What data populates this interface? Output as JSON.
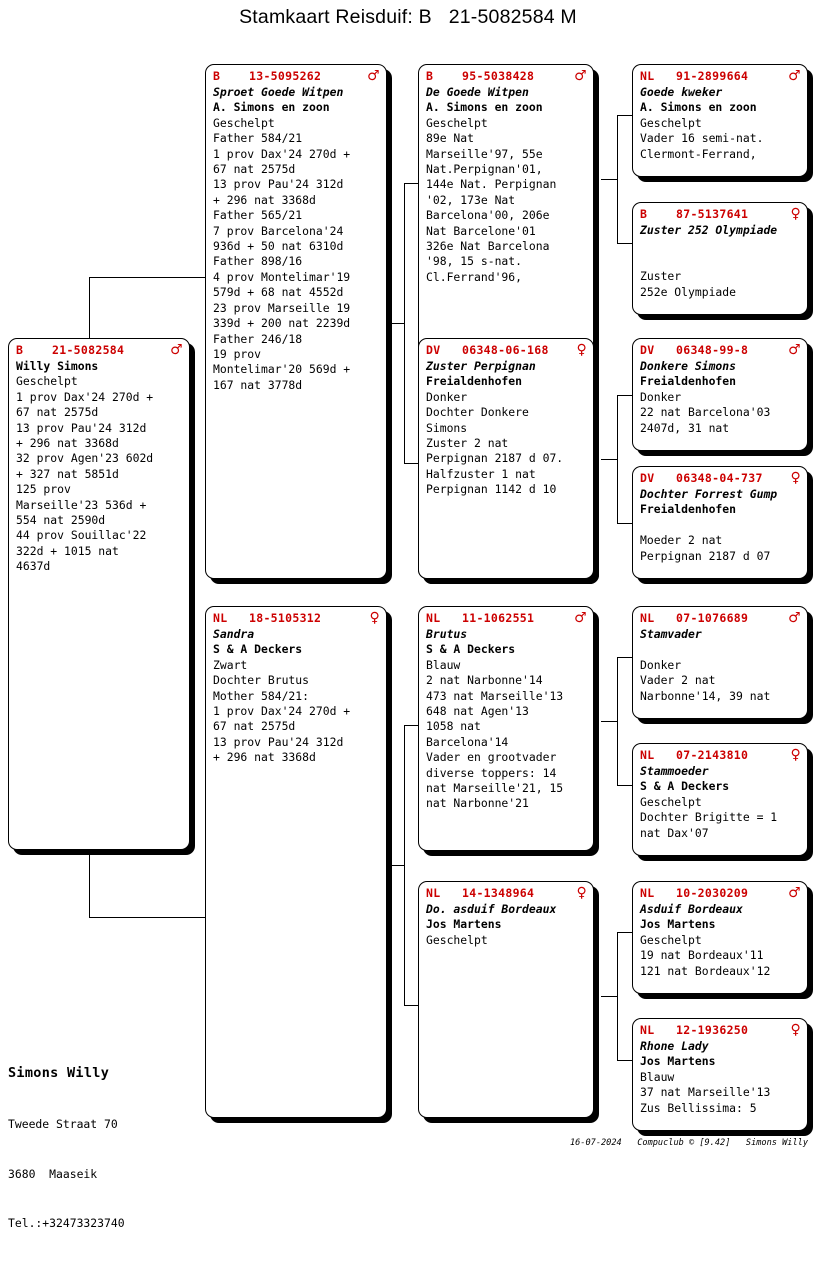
{
  "title": "Stamkaart Reisduif: B   21-5082584 M",
  "colors": {
    "accent_red": "#cc0000",
    "ink": "#000000",
    "paper": "#ffffff"
  },
  "sex_glyphs": {
    "male": "♂",
    "female": "♀"
  },
  "subject": {
    "country": "B",
    "ring": "21-5082584",
    "sex": "male",
    "lines": [
      {
        "t": "Willy Simons",
        "s": "b"
      },
      {
        "t": "Geschelpt",
        "s": ""
      },
      {
        "t": "1 prov Dax'24 270d +",
        "s": ""
      },
      {
        "t": "67 nat 2575d",
        "s": ""
      },
      {
        "t": "13 prov Pau'24 312d",
        "s": ""
      },
      {
        "t": "+ 296 nat 3368d",
        "s": ""
      },
      {
        "t": "32 prov Agen'23 602d",
        "s": ""
      },
      {
        "t": "+ 327 nat 5851d",
        "s": ""
      },
      {
        "t": "125 prov",
        "s": ""
      },
      {
        "t": "Marseille'23 536d +",
        "s": ""
      },
      {
        "t": "554 nat 2590d",
        "s": ""
      },
      {
        "t": "44 prov Souillac'22",
        "s": ""
      },
      {
        "t": "322d + 1015 nat",
        "s": ""
      },
      {
        "t": "4637d",
        "s": ""
      }
    ]
  },
  "father": {
    "country": "B",
    "ring": "13-5095262",
    "sex": "male",
    "lines": [
      {
        "t": "Sproet Goede Witpen",
        "s": "i"
      },
      {
        "t": "A. Simons en zoon",
        "s": "b"
      },
      {
        "t": "Geschelpt",
        "s": ""
      },
      {
        "t": "Father 584/21",
        "s": ""
      },
      {
        "t": "1 prov Dax'24 270d +",
        "s": ""
      },
      {
        "t": "67 nat 2575d",
        "s": ""
      },
      {
        "t": "13 prov Pau'24 312d",
        "s": ""
      },
      {
        "t": "+ 296 nat 3368d",
        "s": ""
      },
      {
        "t": "Father 565/21",
        "s": ""
      },
      {
        "t": "7 prov Barcelona'24",
        "s": ""
      },
      {
        "t": "936d + 50 nat 6310d",
        "s": ""
      },
      {
        "t": "Father 898/16",
        "s": ""
      },
      {
        "t": "4 prov Montelimar'19",
        "s": ""
      },
      {
        "t": "579d + 68 nat 4552d",
        "s": ""
      },
      {
        "t": "23 prov Marseille 19",
        "s": ""
      },
      {
        "t": "339d + 200 nat 2239d",
        "s": ""
      },
      {
        "t": "Father 246/18",
        "s": ""
      },
      {
        "t": "19 prov",
        "s": ""
      },
      {
        "t": "Montelimar'20 569d +",
        "s": ""
      },
      {
        "t": "167 nat 3778d",
        "s": ""
      }
    ]
  },
  "mother": {
    "country": "NL",
    "ring": "18-5105312",
    "sex": "female",
    "lines": [
      {
        "t": "Sandra",
        "s": "i"
      },
      {
        "t": "S & A Deckers",
        "s": "b"
      },
      {
        "t": "Zwart",
        "s": ""
      },
      {
        "t": "Dochter Brutus",
        "s": ""
      },
      {
        "t": "Mother 584/21:",
        "s": ""
      },
      {
        "t": "1 prov Dax'24 270d +",
        "s": ""
      },
      {
        "t": "67 nat 2575d",
        "s": ""
      },
      {
        "t": "13 prov Pau'24 312d",
        "s": ""
      },
      {
        "t": "+ 296 nat 3368d",
        "s": ""
      }
    ]
  },
  "gp_ff": {
    "country": "B",
    "ring": "95-5038428",
    "sex": "male",
    "lines": [
      {
        "t": "De Goede Witpen",
        "s": "i"
      },
      {
        "t": "A. Simons en zoon",
        "s": "b"
      },
      {
        "t": "Geschelpt",
        "s": ""
      },
      {
        "t": "89e Nat",
        "s": ""
      },
      {
        "t": "Marseille'97, 55e",
        "s": ""
      },
      {
        "t": "Nat.Perpignan'01,",
        "s": ""
      },
      {
        "t": "144e Nat. Perpignan",
        "s": ""
      },
      {
        "t": "'02, 173e Nat",
        "s": ""
      },
      {
        "t": "Barcelona'00, 206e",
        "s": ""
      },
      {
        "t": "Nat Barcelone'01",
        "s": ""
      },
      {
        "t": "326e Nat Barcelona",
        "s": ""
      },
      {
        "t": "'98, 15 s-nat.",
        "s": ""
      },
      {
        "t": "Cl.Ferrand'96,",
        "s": ""
      }
    ]
  },
  "gp_fm": {
    "country": "DV",
    "ring": "06348-06-168",
    "sex": "female",
    "lines": [
      {
        "t": "Zuster Perpignan",
        "s": "i"
      },
      {
        "t": "Freialdenhofen",
        "s": "b"
      },
      {
        "t": "Donker",
        "s": ""
      },
      {
        "t": "Dochter Donkere",
        "s": ""
      },
      {
        "t": "Simons",
        "s": ""
      },
      {
        "t": "Zuster 2 nat",
        "s": ""
      },
      {
        "t": "Perpignan 2187 d 07.",
        "s": ""
      },
      {
        "t": "Halfzuster 1 nat",
        "s": ""
      },
      {
        "t": "Perpignan 1142 d 10",
        "s": ""
      }
    ]
  },
  "gp_mf": {
    "country": "NL",
    "ring": "11-1062551",
    "sex": "male",
    "lines": [
      {
        "t": "Brutus",
        "s": "i"
      },
      {
        "t": "S & A Deckers",
        "s": "b"
      },
      {
        "t": "Blauw",
        "s": ""
      },
      {
        "t": "2 nat Narbonne'14",
        "s": ""
      },
      {
        "t": "473 nat Marseille'13",
        "s": ""
      },
      {
        "t": "648 nat Agen'13",
        "s": ""
      },
      {
        "t": "1058 nat",
        "s": ""
      },
      {
        "t": "Barcelona'14",
        "s": ""
      },
      {
        "t": "Vader en grootvader",
        "s": ""
      },
      {
        "t": "diverse toppers: 14",
        "s": ""
      },
      {
        "t": "nat Marseille'21, 15",
        "s": ""
      },
      {
        "t": "nat Narbonne'21",
        "s": ""
      }
    ]
  },
  "gp_mm": {
    "country": "NL",
    "ring": "14-1348964",
    "sex": "female",
    "lines": [
      {
        "t": "Do. asduif Bordeaux",
        "s": "i"
      },
      {
        "t": "Jos Martens",
        "s": "b"
      },
      {
        "t": "Geschelpt",
        "s": ""
      }
    ]
  },
  "ggp": [
    {
      "id": "ggp-fff",
      "country": "NL",
      "ring": "91-2899664",
      "sex": "male",
      "lines": [
        {
          "t": "Goede kweker",
          "s": "i"
        },
        {
          "t": "A. Simons en zoon",
          "s": "b"
        },
        {
          "t": "Geschelpt",
          "s": ""
        },
        {
          "t": "Vader 16 semi-nat.",
          "s": ""
        },
        {
          "t": "Clermont-Ferrand,",
          "s": ""
        }
      ]
    },
    {
      "id": "ggp-ffm",
      "country": "B",
      "ring": "87-5137641",
      "sex": "female",
      "lines": [
        {
          "t": "Zuster 252 Olympiade",
          "s": "i"
        },
        {
          "t": "",
          "s": ""
        },
        {
          "t": "",
          "s": ""
        },
        {
          "t": "Zuster",
          "s": ""
        },
        {
          "t": "252e Olympiade",
          "s": ""
        }
      ]
    },
    {
      "id": "ggp-fmf",
      "country": "DV",
      "ring": "06348-99-8",
      "sex": "male",
      "lines": [
        {
          "t": "Donkere Simons",
          "s": "i"
        },
        {
          "t": "Freialdenhofen",
          "s": "b"
        },
        {
          "t": "Donker",
          "s": ""
        },
        {
          "t": "22 nat Barcelona'03",
          "s": ""
        },
        {
          "t": "2407d, 31 nat",
          "s": ""
        }
      ]
    },
    {
      "id": "ggp-fmm",
      "country": "DV",
      "ring": "06348-04-737",
      "sex": "female",
      "lines": [
        {
          "t": "Dochter Forrest Gump",
          "s": "i"
        },
        {
          "t": "Freialdenhofen",
          "s": "b"
        },
        {
          "t": "",
          "s": ""
        },
        {
          "t": "Moeder 2 nat",
          "s": ""
        },
        {
          "t": "Perpignan 2187 d 07",
          "s": ""
        }
      ]
    },
    {
      "id": "ggp-mff",
      "country": "NL",
      "ring": "07-1076689",
      "sex": "male",
      "lines": [
        {
          "t": "Stamvader",
          "s": "i"
        },
        {
          "t": "",
          "s": ""
        },
        {
          "t": "Donker",
          "s": ""
        },
        {
          "t": "Vader 2 nat",
          "s": ""
        },
        {
          "t": "Narbonne'14, 39 nat",
          "s": ""
        }
      ]
    },
    {
      "id": "ggp-mfm",
      "country": "NL",
      "ring": "07-2143810",
      "sex": "female",
      "lines": [
        {
          "t": "Stammoeder",
          "s": "i"
        },
        {
          "t": "S & A Deckers",
          "s": "b"
        },
        {
          "t": "Geschelpt",
          "s": ""
        },
        {
          "t": "Dochter Brigitte = 1",
          "s": ""
        },
        {
          "t": "nat Dax'07",
          "s": ""
        }
      ]
    },
    {
      "id": "ggp-mmf",
      "country": "NL",
      "ring": "10-2030209",
      "sex": "male",
      "lines": [
        {
          "t": "Asduif Bordeaux",
          "s": "i"
        },
        {
          "t": "Jos Martens",
          "s": "b"
        },
        {
          "t": "Geschelpt",
          "s": ""
        },
        {
          "t": "19 nat Bordeaux'11",
          "s": ""
        },
        {
          "t": "121 nat Bordeaux'12",
          "s": ""
        }
      ]
    },
    {
      "id": "ggp-mmm",
      "country": "NL",
      "ring": "12-1936250",
      "sex": "female",
      "lines": [
        {
          "t": "Rhone Lady",
          "s": "i"
        },
        {
          "t": "Jos Martens",
          "s": "b"
        },
        {
          "t": "Blauw",
          "s": ""
        },
        {
          "t": "37 nat Marseille'13",
          "s": ""
        },
        {
          "t": "Zus Bellissima: 5",
          "s": ""
        }
      ]
    }
  ],
  "owner": {
    "name": "Simons Willy",
    "street": "Tweede Straat 70",
    "city": "3680  Maaseik",
    "phone": "Tel.:+32473323740"
  },
  "footer": {
    "date": "16-07-2024",
    "software": "Compuclub © [9.42]",
    "user": "Simons Willy"
  }
}
